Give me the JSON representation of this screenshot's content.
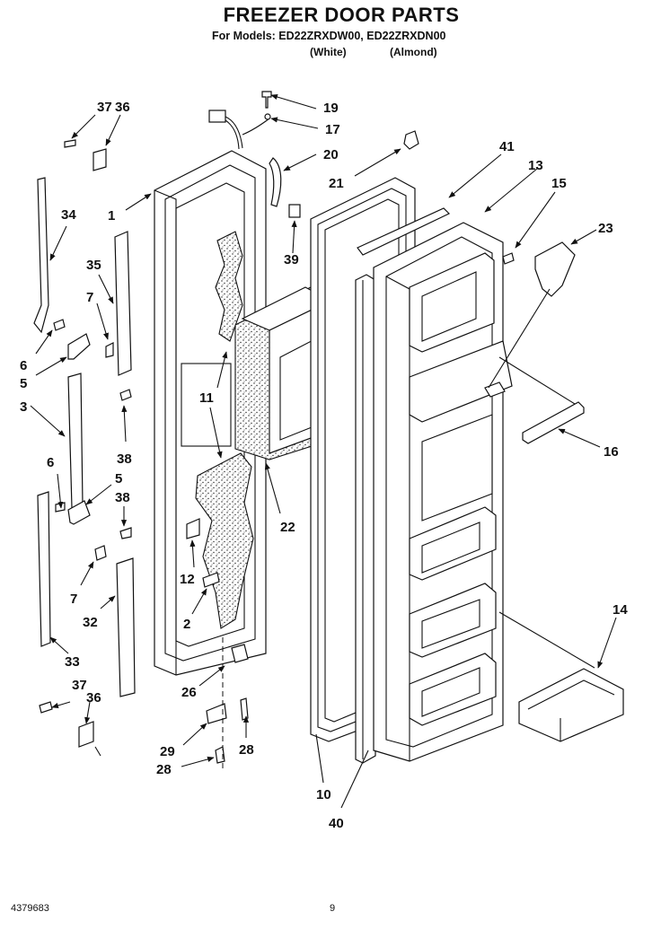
{
  "header": {
    "title": "FREEZER DOOR PARTS",
    "models": "For Models: ED22ZRXDW00, ED22ZRXDN00",
    "variant_white": "(White)",
    "variant_almond": "(Almond)"
  },
  "footer": {
    "doc_number": "4379683",
    "page_number": "9"
  },
  "callouts": {
    "c1": "1",
    "c2": "2",
    "c3": "3",
    "c5a": "5",
    "c5b": "5",
    "c6a": "6",
    "c6b": "6",
    "c7a": "7",
    "c7b": "7",
    "c10": "10",
    "c11": "11",
    "c12": "12",
    "c13": "13",
    "c14": "14",
    "c15": "15",
    "c16": "16",
    "c17": "17",
    "c19": "19",
    "c20": "20",
    "c21": "21",
    "c22": "22",
    "c23": "23",
    "c26": "26",
    "c28a": "28",
    "c28b": "28",
    "c29": "29",
    "c32": "32",
    "c33": "33",
    "c34": "34",
    "c35": "35",
    "c36a": "36",
    "c36b": "36",
    "c37a": "37",
    "c37b": "37",
    "c38a": "38",
    "c38b": "38",
    "c39": "39",
    "c40": "40",
    "c41": "41"
  }
}
